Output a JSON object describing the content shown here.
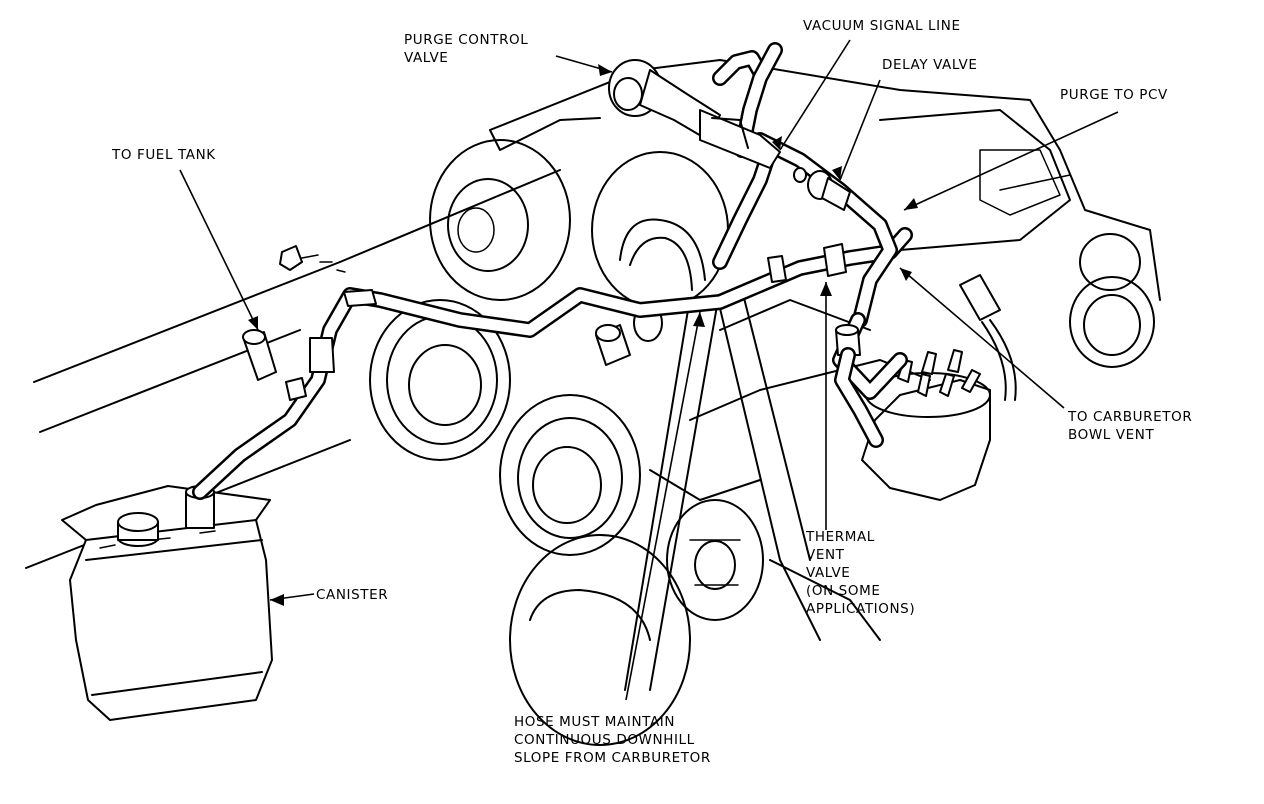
{
  "labels": {
    "purge_control_valve": [
      "PURGE CONTROL",
      "VALVE"
    ],
    "vacuum_signal_line": "VACUUM SIGNAL LINE",
    "delay_valve": "DELAY VALVE",
    "purge_to_pcv": "PURGE TO PCV",
    "to_fuel_tank": "TO FUEL TANK",
    "to_carburetor_bowl_vent": [
      "TO CARBURETOR",
      "BOWL VENT"
    ],
    "thermal_vent_valve": [
      "THERMAL",
      "VENT",
      "VALVE",
      "(ON SOME",
      "APPLICATIONS)"
    ],
    "canister": "CANISTER",
    "hose_note": [
      "HOSE MUST MAINTAIN",
      "CONTINUOUS DOWNHILL",
      "SLOPE FROM CARBURETOR"
    ]
  },
  "style": {
    "ink": "#000000",
    "paper": "#ffffff"
  }
}
